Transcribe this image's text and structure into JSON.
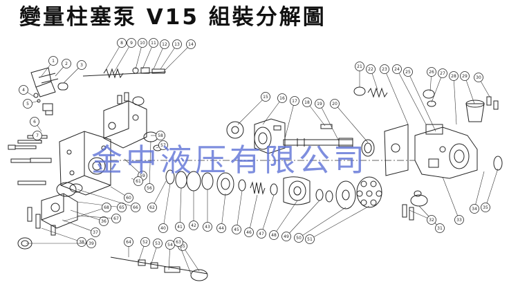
{
  "title": "變量柱塞泵  V15  組裝分解圖",
  "watermark": "金中液压有限公司",
  "colors": {
    "line": "#222222",
    "watermark": "#5a6fd6"
  },
  "callouts": [
    "1",
    "2",
    "3",
    "4",
    "5",
    "6",
    "7",
    "8",
    "9",
    "10",
    "11",
    "12",
    "13",
    "14",
    "15",
    "16",
    "17",
    "18",
    "19",
    "20",
    "21",
    "22",
    "23",
    "24",
    "25",
    "26",
    "27",
    "28",
    "29",
    "30",
    "31",
    "32",
    "33",
    "34",
    "35",
    "36",
    "37",
    "38",
    "39",
    "40",
    "41",
    "42",
    "43",
    "44",
    "45",
    "46",
    "47",
    "48",
    "49",
    "50",
    "51",
    "52",
    "53",
    "54",
    "55",
    "56",
    "57",
    "58",
    "59",
    "60",
    "61",
    "62",
    "63",
    "64",
    "65",
    "66",
    "67",
    "68"
  ]
}
